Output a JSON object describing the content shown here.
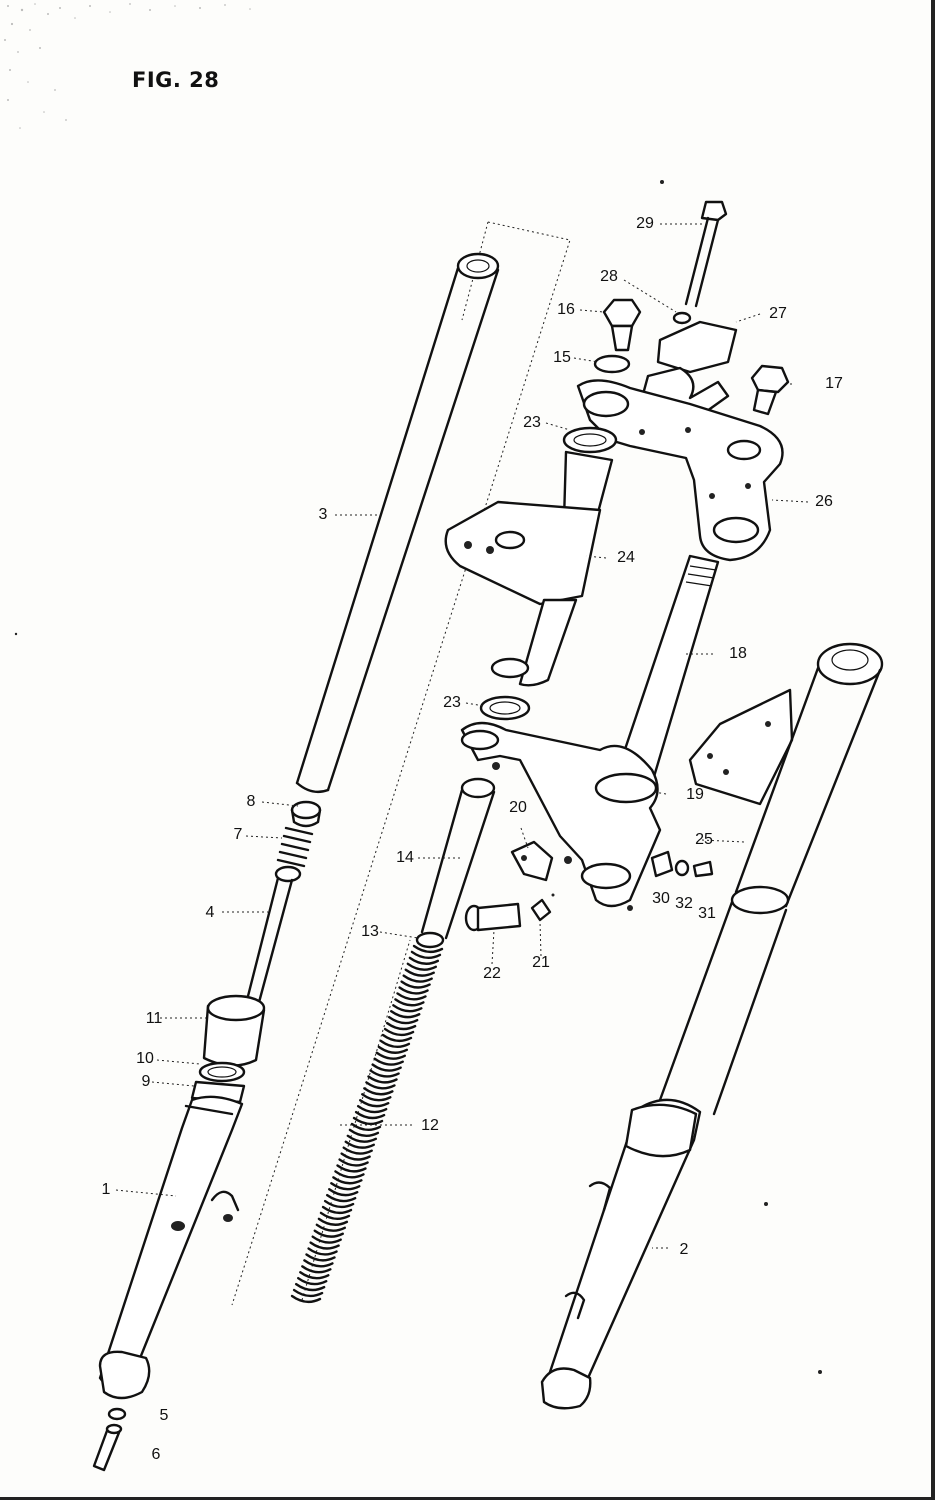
{
  "figure": {
    "title": "FIG. 28"
  },
  "parts": [
    {
      "id": "p1",
      "label": "1"
    },
    {
      "id": "p2",
      "label": "2"
    },
    {
      "id": "p3",
      "label": "3"
    },
    {
      "id": "p4",
      "label": "4"
    },
    {
      "id": "p5",
      "label": "5"
    },
    {
      "id": "p6",
      "label": "6"
    },
    {
      "id": "p7",
      "label": "7"
    },
    {
      "id": "p8",
      "label": "8"
    },
    {
      "id": "p9",
      "label": "9"
    },
    {
      "id": "p10",
      "label": "10"
    },
    {
      "id": "p11",
      "label": "11"
    },
    {
      "id": "p12",
      "label": "12"
    },
    {
      "id": "p13",
      "label": "13"
    },
    {
      "id": "p14",
      "label": "14"
    },
    {
      "id": "p15",
      "label": "15"
    },
    {
      "id": "p16",
      "label": "16"
    },
    {
      "id": "p17",
      "label": "17"
    },
    {
      "id": "p18",
      "label": "18"
    },
    {
      "id": "p19",
      "label": "19"
    },
    {
      "id": "p20",
      "label": "20"
    },
    {
      "id": "p21",
      "label": "21"
    },
    {
      "id": "p22",
      "label": "22"
    },
    {
      "id": "p23a",
      "label": "23"
    },
    {
      "id": "p23b",
      "label": "23"
    },
    {
      "id": "p24",
      "label": "24"
    },
    {
      "id": "p25",
      "label": "25"
    },
    {
      "id": "p26",
      "label": "26"
    },
    {
      "id": "p27",
      "label": "27"
    },
    {
      "id": "p28",
      "label": "28"
    },
    {
      "id": "p29",
      "label": "29"
    },
    {
      "id": "p30",
      "label": "30"
    },
    {
      "id": "p31",
      "label": "31"
    },
    {
      "id": "p32",
      "label": "32"
    }
  ]
}
